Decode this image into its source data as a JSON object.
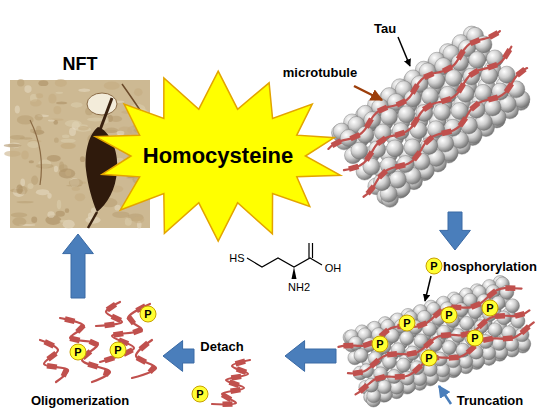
{
  "diagram": {
    "nodes": [
      {
        "text": [
          "Homocysteine"
        ]
      }
    ],
    "labels": [
      "NFT",
      "Tau",
      "microtubule",
      "P",
      "hosphorylation",
      "P",
      "P",
      "P",
      "P",
      "P",
      "P",
      "Truncation",
      "HS",
      "NH2",
      "OH",
      "Detach",
      "P",
      "Oligomerization",
      "P",
      "P",
      "P"
    ]
  }
}
